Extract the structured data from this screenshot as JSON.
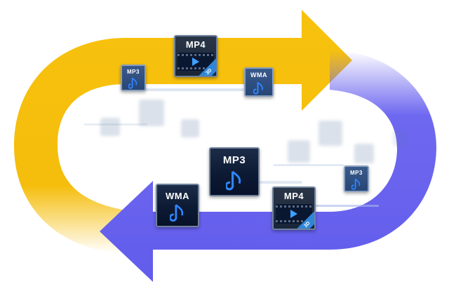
{
  "colors": {
    "yellow_arrow": "#f5bd0c",
    "blue_arrow": "#6a64ee",
    "icon_bg": "#0d1a33",
    "icon_border": "#6f829c",
    "play_blue": "#3ea0ff",
    "note_blue": "#2f86ff"
  },
  "icons": {
    "mp3_small_top": {
      "label": "MP3",
      "kind": "audio"
    },
    "mp4_top": {
      "label": "MP4",
      "kind": "video",
      "badge": "3D"
    },
    "wma_small_top": {
      "label": "WMA",
      "kind": "audio"
    },
    "mp3_center": {
      "label": "MP3",
      "kind": "audio"
    },
    "wma_bottom": {
      "label": "WMA",
      "kind": "audio"
    },
    "mp4_bottom": {
      "label": "MP4",
      "kind": "video",
      "badge": "3D"
    },
    "mp3_small_right": {
      "label": "MP3",
      "kind": "audio"
    }
  }
}
